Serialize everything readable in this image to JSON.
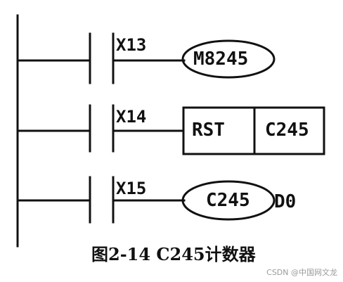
{
  "rungs": [
    {
      "contact": "X13",
      "output_type": "coil",
      "coil": "M8245"
    },
    {
      "contact": "X14",
      "output_type": "instruction",
      "instruction": "RST",
      "operand": "C245"
    },
    {
      "contact": "X15",
      "output_type": "coil",
      "coil": "C245",
      "coil_suffix": "D0"
    }
  ],
  "caption": "图2-14 C245计数器",
  "watermark": "CSDN @中国网文龙",
  "colors": {
    "line": "#111111",
    "background": "#ffffff",
    "watermark": "#9a9a9a"
  }
}
